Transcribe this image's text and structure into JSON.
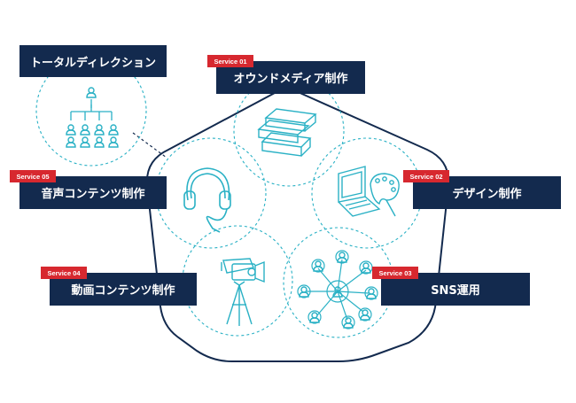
{
  "colors": {
    "navy": "#132a4e",
    "red": "#d7282f",
    "teal": "#2ab1c5",
    "white": "#ffffff"
  },
  "overview": {
    "title": "トータルディレクション",
    "icon": "org-chart-icon"
  },
  "services": [
    {
      "badge": "Service 01",
      "title": "オウンドメディア制作",
      "icon": "books-icon"
    },
    {
      "badge": "Service 02",
      "title": "デザイン制作",
      "icon": "laptop-palette-icon"
    },
    {
      "badge": "Service 03",
      "title": "SNS運用",
      "icon": "social-network-icon"
    },
    {
      "badge": "Service 04",
      "title": "動画コンテンツ制作",
      "icon": "video-camera-icon"
    },
    {
      "badge": "Service 05",
      "title": "音声コンテンツ制作",
      "icon": "headphones-icon"
    }
  ]
}
